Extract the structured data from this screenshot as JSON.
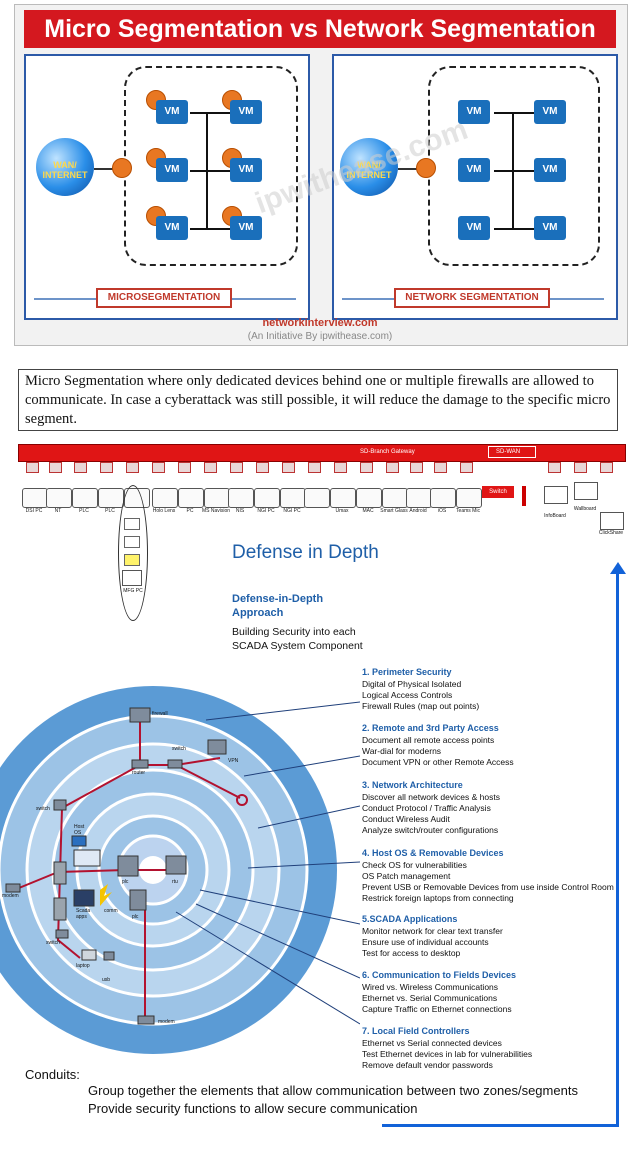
{
  "figure": {
    "title": "Micro Segmentation vs Network Segmentation",
    "vm_label": "VM",
    "internet_label_1": "WAN/",
    "internet_label_2": "INTERNET",
    "left_label": "MICROSEGMENTATION",
    "right_label": "NETWORK SEGMENTATION",
    "watermark": "ipwithease.com",
    "footer_site": "networkinterview.com",
    "footer_by": "(An Initiative By ipwithease.com)"
  },
  "description": "Micro Segmentation where only dedicated devices behind one or multiple firewalls are allowed to communicate. In case a cyberattack was still possible, it will reduce the damage to the specific micro segment.",
  "network": {
    "gateway_label": "SD-Branch Gateway",
    "sdwan_label": "SD-WAN",
    "switch_label": "Switch",
    "devices": [
      "DSI PC",
      "NT",
      "PLC",
      "PLC",
      "",
      "Holo Lens",
      "PC",
      "MS Navision",
      "NIS",
      "NGI PC",
      "NGI PC",
      "",
      "Umax",
      "MAC",
      "Smart Glass",
      "Android",
      "iOS",
      "Teams Mic"
    ],
    "right_devices": [
      "InfoBoard",
      "Wallboard",
      "ClickShare"
    ],
    "mfg_label": "MFG PC",
    "plc_label": "PLC"
  },
  "defense": {
    "title": "Defense in Depth",
    "subtitle": "Defense-in-Depth Approach",
    "desc": "Building Security into each SCADA System Component",
    "ring_labels": {
      "firewall": "firewall",
      "switch": "switch",
      "router": "router",
      "vpn": "VPN",
      "switch2": "switch",
      "host_os": "Host OS",
      "modem": "modem",
      "scada_apps": "Scada apps",
      "comm": "comm",
      "switch3": "switch",
      "laptop": "laptop",
      "usb": "usb",
      "plc1": "plc",
      "rtu": "rtu",
      "plc2": "plc",
      "modem2": "modem"
    },
    "layers": [
      {
        "heading": "1. Perimeter Security",
        "items": [
          "Digital of Physical Isolated",
          "Logical Access Controls",
          "Firewall Rules (map out points)"
        ]
      },
      {
        "heading": "2. Remote and 3rd Party Access",
        "items": [
          "Document all remote access points",
          "War-dial for moderns",
          "Document VPN or other Remote Access"
        ]
      },
      {
        "heading": "3. Network Architecture",
        "items": [
          "Discover all network devices & hosts",
          "Conduct Protocol / Traffic Analysis",
          "Conduct Wireless Audit",
          "Analyze switch/router configurations"
        ]
      },
      {
        "heading": "4. Host OS & Removable Devices",
        "items": [
          "Check OS for vulnerabilities",
          "OS Patch management",
          "Prevent USB or Removable Devices from use inside Control Room",
          "Restrick foreign laptops from connecting"
        ]
      },
      {
        "heading": "5.SCADA Applications",
        "items": [
          "Monitor network for clear text transfer",
          "Ensure use of individual accounts",
          "Test for access to desktop"
        ]
      },
      {
        "heading": "6. Communication to Fields Devices",
        "items": [
          "Wired vs. Wireless Communications",
          "Ethernet vs. Serial Communications",
          "Capture Traffic on Ethernet connections"
        ]
      },
      {
        "heading": "7. Local Field Controllers",
        "items": [
          "Ethernet vs Serial connected devices",
          "Test Ethernet devices in lab for vulnerabilities",
          "Remove default vendor passwords"
        ]
      }
    ]
  },
  "conduits": {
    "title": "Conduits:",
    "items": [
      "Group together the elements that allow communication between two zones/segments",
      "Provide security functions to allow secure communication"
    ]
  },
  "colors": {
    "title_red": "#d4181f",
    "gateway_red": "#e01515",
    "vm_blue": "#1a6fbb",
    "ring_outer": "#5b9bd5",
    "ring_mid": "#9cc3e6",
    "accent_blue": "#1f5fa8"
  }
}
